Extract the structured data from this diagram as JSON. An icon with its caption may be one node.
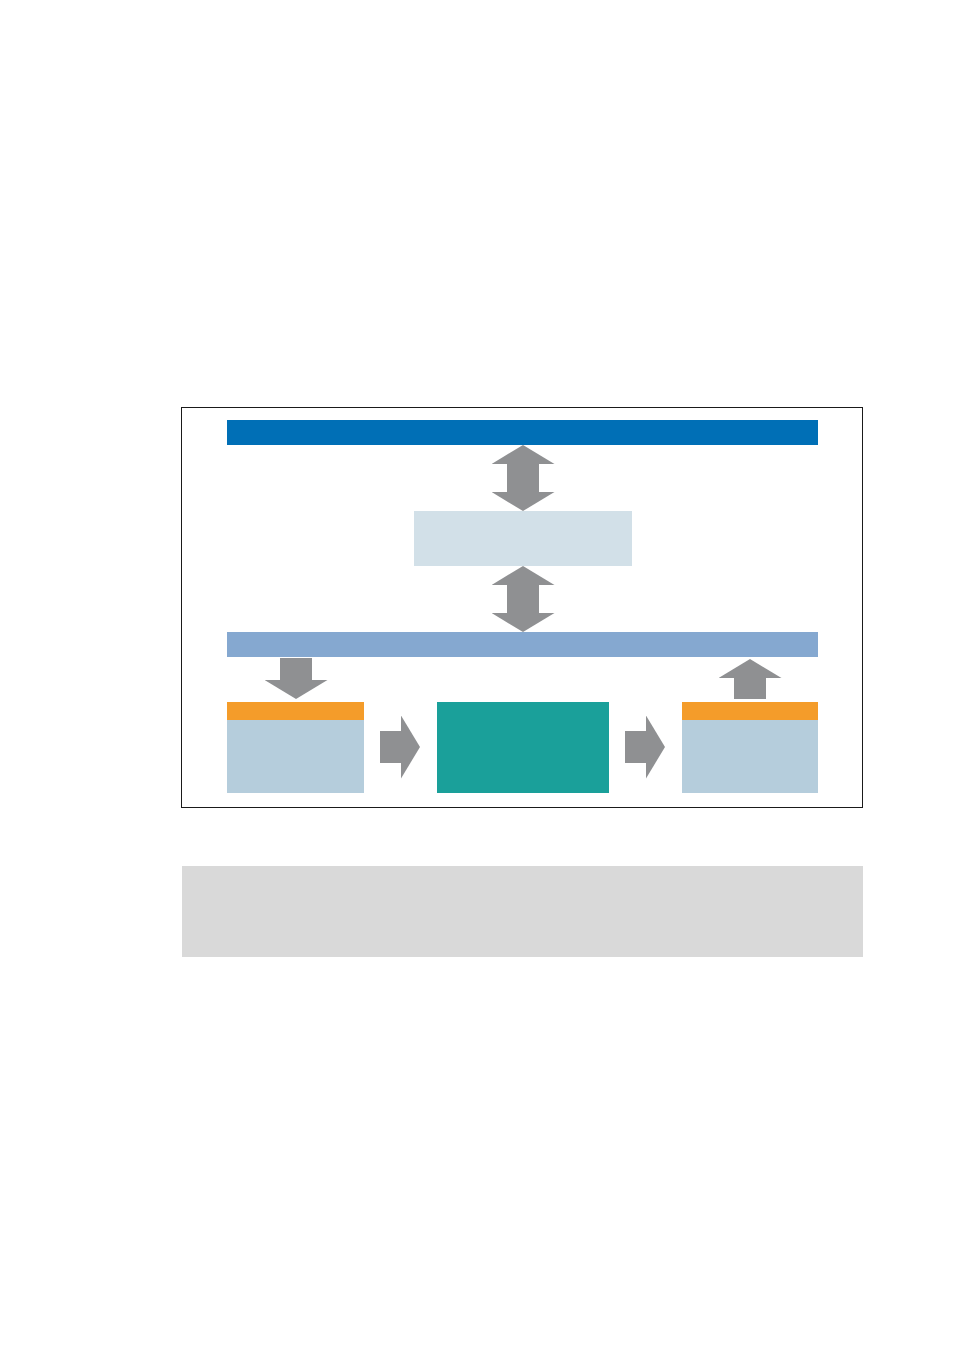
{
  "diagram": {
    "nodes": [
      {
        "text": [],
        "shape": "box"
      },
      {
        "text": [],
        "shape": "bar",
        "in": 0
      },
      {
        "text": [],
        "shape": "box",
        "in": 0
      },
      {
        "text": [],
        "shape": "bar",
        "in": 0
      },
      {
        "text": [],
        "shape": "box",
        "in": 0
      },
      {
        "text": [],
        "shape": "box",
        "in": 0
      },
      {
        "text": [],
        "shape": "box",
        "in": 0
      },
      {
        "text": [],
        "shape": "box"
      }
    ],
    "edges": [
      {
        "from": 1,
        "to": 2,
        "arrow": "both"
      },
      {
        "from": 2,
        "to": 3,
        "arrow": "both"
      },
      {
        "from": 3,
        "to": 4,
        "arrow": "to"
      },
      {
        "from": 4,
        "to": 5,
        "arrow": "to"
      },
      {
        "from": 5,
        "to": 6,
        "arrow": "to"
      },
      {
        "from": 6,
        "to": 3,
        "arrow": "to"
      }
    ]
  }
}
